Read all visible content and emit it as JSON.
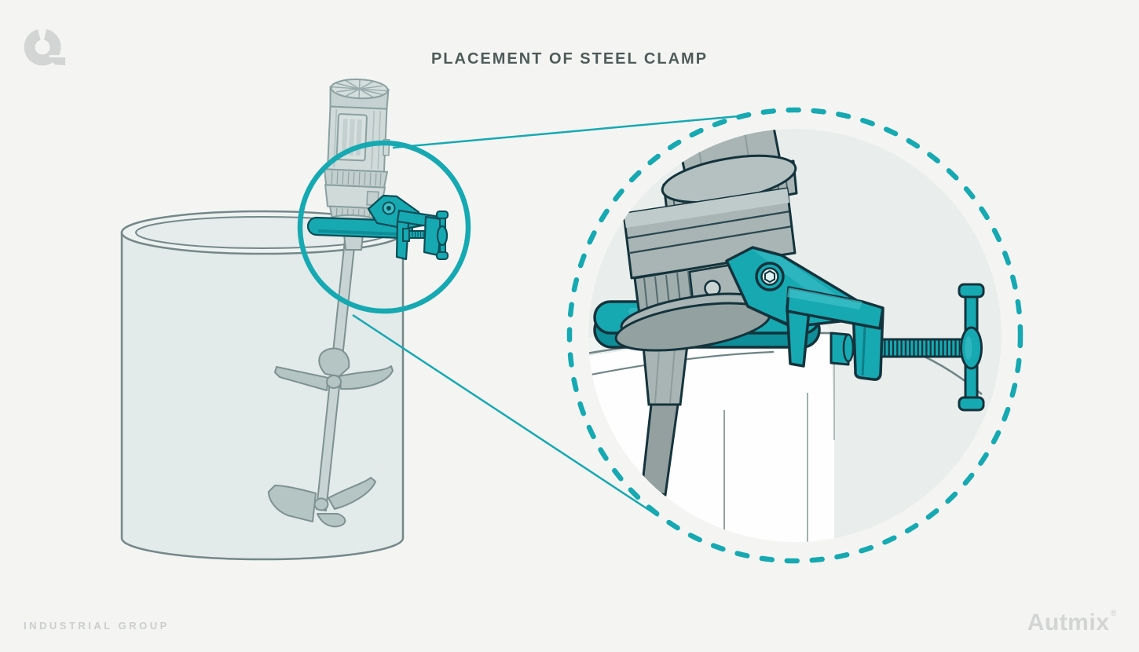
{
  "header": {
    "title": "PLACEMENT OF STEEL CLAMP"
  },
  "brand": {
    "logo_icon": "autmix-mark",
    "wordmark": "Autmix",
    "registered": "®",
    "tagline": "INDUSTRIAL GROUP"
  },
  "diagram": {
    "accent_teal": "#16a9b2",
    "outline_dark": "#14333c",
    "machine_gray": "#a8b5b4",
    "canvas_background": "#f4f5f3",
    "overview_parts": [
      "mixing-tank",
      "mixer-motor",
      "mixer-shaft",
      "upper-impeller",
      "lower-impeller",
      "steel-clamp",
      "highlight-circle",
      "callout-lines"
    ],
    "detail_parts": [
      "dashed-magnifier-circle",
      "motor-base",
      "clamp-mount-plate",
      "hinge-arm",
      "hex-bolt",
      "c-clamp-frame",
      "threaded-screw",
      "t-handle",
      "tank-rim",
      "mixer-shaft"
    ]
  }
}
